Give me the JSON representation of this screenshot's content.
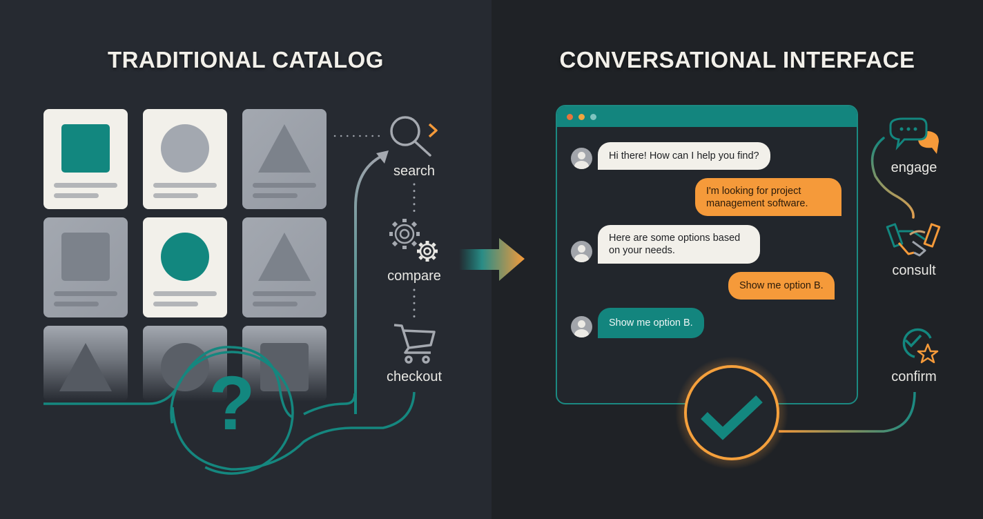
{
  "left_panel": {
    "title": "TRADITIONAL CATALOG",
    "cards": [
      {
        "shape": "square",
        "color": "teal",
        "style": "light"
      },
      {
        "shape": "circle",
        "color": "gray",
        "style": "light"
      },
      {
        "shape": "triangle",
        "color": "gray",
        "style": "gray"
      },
      {
        "shape": "square",
        "color": "gray",
        "style": "gray"
      },
      {
        "shape": "circle",
        "color": "teal",
        "style": "light"
      },
      {
        "shape": "triangle",
        "color": "gray",
        "style": "gray"
      },
      {
        "shape": "triangle",
        "color": "gray",
        "style": "faded"
      },
      {
        "shape": "circle",
        "color": "gray",
        "style": "faded"
      },
      {
        "shape": "square",
        "color": "gray",
        "style": "faded"
      }
    ],
    "confusion_icon": "question-mark-icon",
    "steps": [
      {
        "label": "search",
        "icon": "magnifier-arrow-icon"
      },
      {
        "label": "compare",
        "icon": "gears-icon"
      },
      {
        "label": "checkout",
        "icon": "shopping-cart-icon"
      }
    ]
  },
  "transition_arrow": "gradient-arrow-right-icon",
  "right_panel": {
    "title": "CONVERSATIONAL INTERFACE",
    "chat_window": {
      "window_dots": [
        "#e8743b",
        "#f0a640",
        "#7fc4c0"
      ],
      "messages": [
        {
          "sender": "bot",
          "text": "Hi there! How can I help you find?"
        },
        {
          "sender": "user",
          "text": "I'm looking for project management software."
        },
        {
          "sender": "bot",
          "text": "Here are some options based on your needs."
        },
        {
          "sender": "user",
          "text": "Show me option B."
        },
        {
          "sender": "bot",
          "text": "Show me option B."
        }
      ]
    },
    "confirm_badge_icon": "checkmark-icon",
    "steps": [
      {
        "label": "engage",
        "icon": "chat-bubbles-icon"
      },
      {
        "label": "consult",
        "icon": "handshake-icon"
      },
      {
        "label": "confirm",
        "icon": "check-star-icon"
      }
    ]
  },
  "colors": {
    "teal": "#12877f",
    "orange": "#f59a3a",
    "left_bg": "#262a31",
    "right_bg": "#1f2226",
    "card_light": "#f2f0ea",
    "card_gray": "#a3a8b0"
  }
}
